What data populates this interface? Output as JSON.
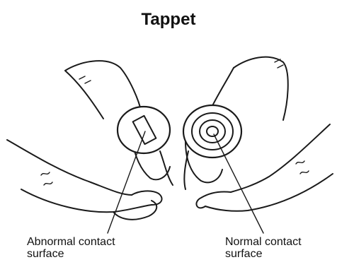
{
  "title": "Tappet",
  "labels": {
    "left": [
      "Abnormal contact",
      "surface"
    ],
    "right": [
      "Normal contact",
      "surface"
    ]
  },
  "colors": {
    "ink": "#1a1a1a",
    "background": "#ffffff"
  }
}
